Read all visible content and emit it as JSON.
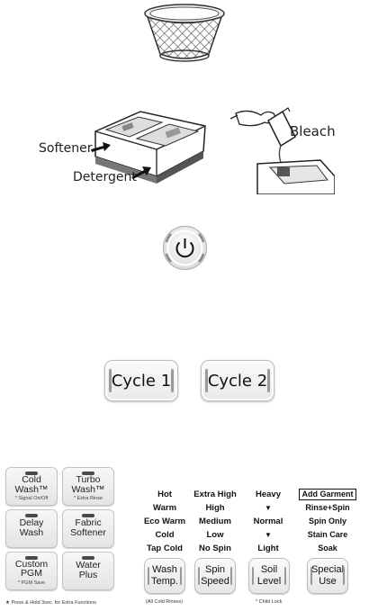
{
  "callouts": {
    "bleach": "Bleach",
    "softener": "Softener",
    "detergent": "Detergent"
  },
  "cycle_buttons": [
    "Cycle 1",
    "Cycle 2"
  ],
  "power_button": {
    "icon": "power-icon"
  },
  "left_buttons": [
    {
      "line1": "Cold",
      "line2": "Wash™",
      "sub": "* Signal On/Off",
      "led": true
    },
    {
      "line1": "Turbo",
      "line2": "Wash™",
      "sub": "* Extra Rinse",
      "led": true
    },
    {
      "line1": "Delay",
      "line2": "Wash",
      "sub": "",
      "led": true
    },
    {
      "line1": "Fabric",
      "line2": "Softener",
      "sub": "",
      "led": true
    },
    {
      "line1": "Custom",
      "line2": "PGM",
      "sub": "* PGM Save",
      "led": true
    },
    {
      "line1": "Water",
      "line2": "Plus",
      "sub": "",
      "led": true
    }
  ],
  "footnote_left": "★ Press & Hold 3sec. for Extra Functions",
  "option_columns": [
    {
      "options": [
        "Hot",
        "Warm",
        "Eco Warm",
        "Cold",
        "Tap Cold"
      ],
      "button": [
        "Wash",
        "Temp."
      ],
      "note": "(All Cold Rinses)"
    },
    {
      "options": [
        "Extra High",
        "High",
        "Medium",
        "Low",
        "No Spin"
      ],
      "button": [
        "Spin",
        "Speed"
      ],
      "note": ""
    },
    {
      "options": [
        "Heavy",
        "▼",
        "Normal",
        "▼",
        "Light"
      ],
      "button": [
        "Soil",
        "Level"
      ],
      "note": "* Child Lock"
    },
    {
      "options": [
        "Add Garment",
        "Rinse+Spin",
        "Spin Only",
        "Stain Care",
        "Soak"
      ],
      "button": [
        "Special",
        "Use"
      ],
      "note": ""
    }
  ]
}
